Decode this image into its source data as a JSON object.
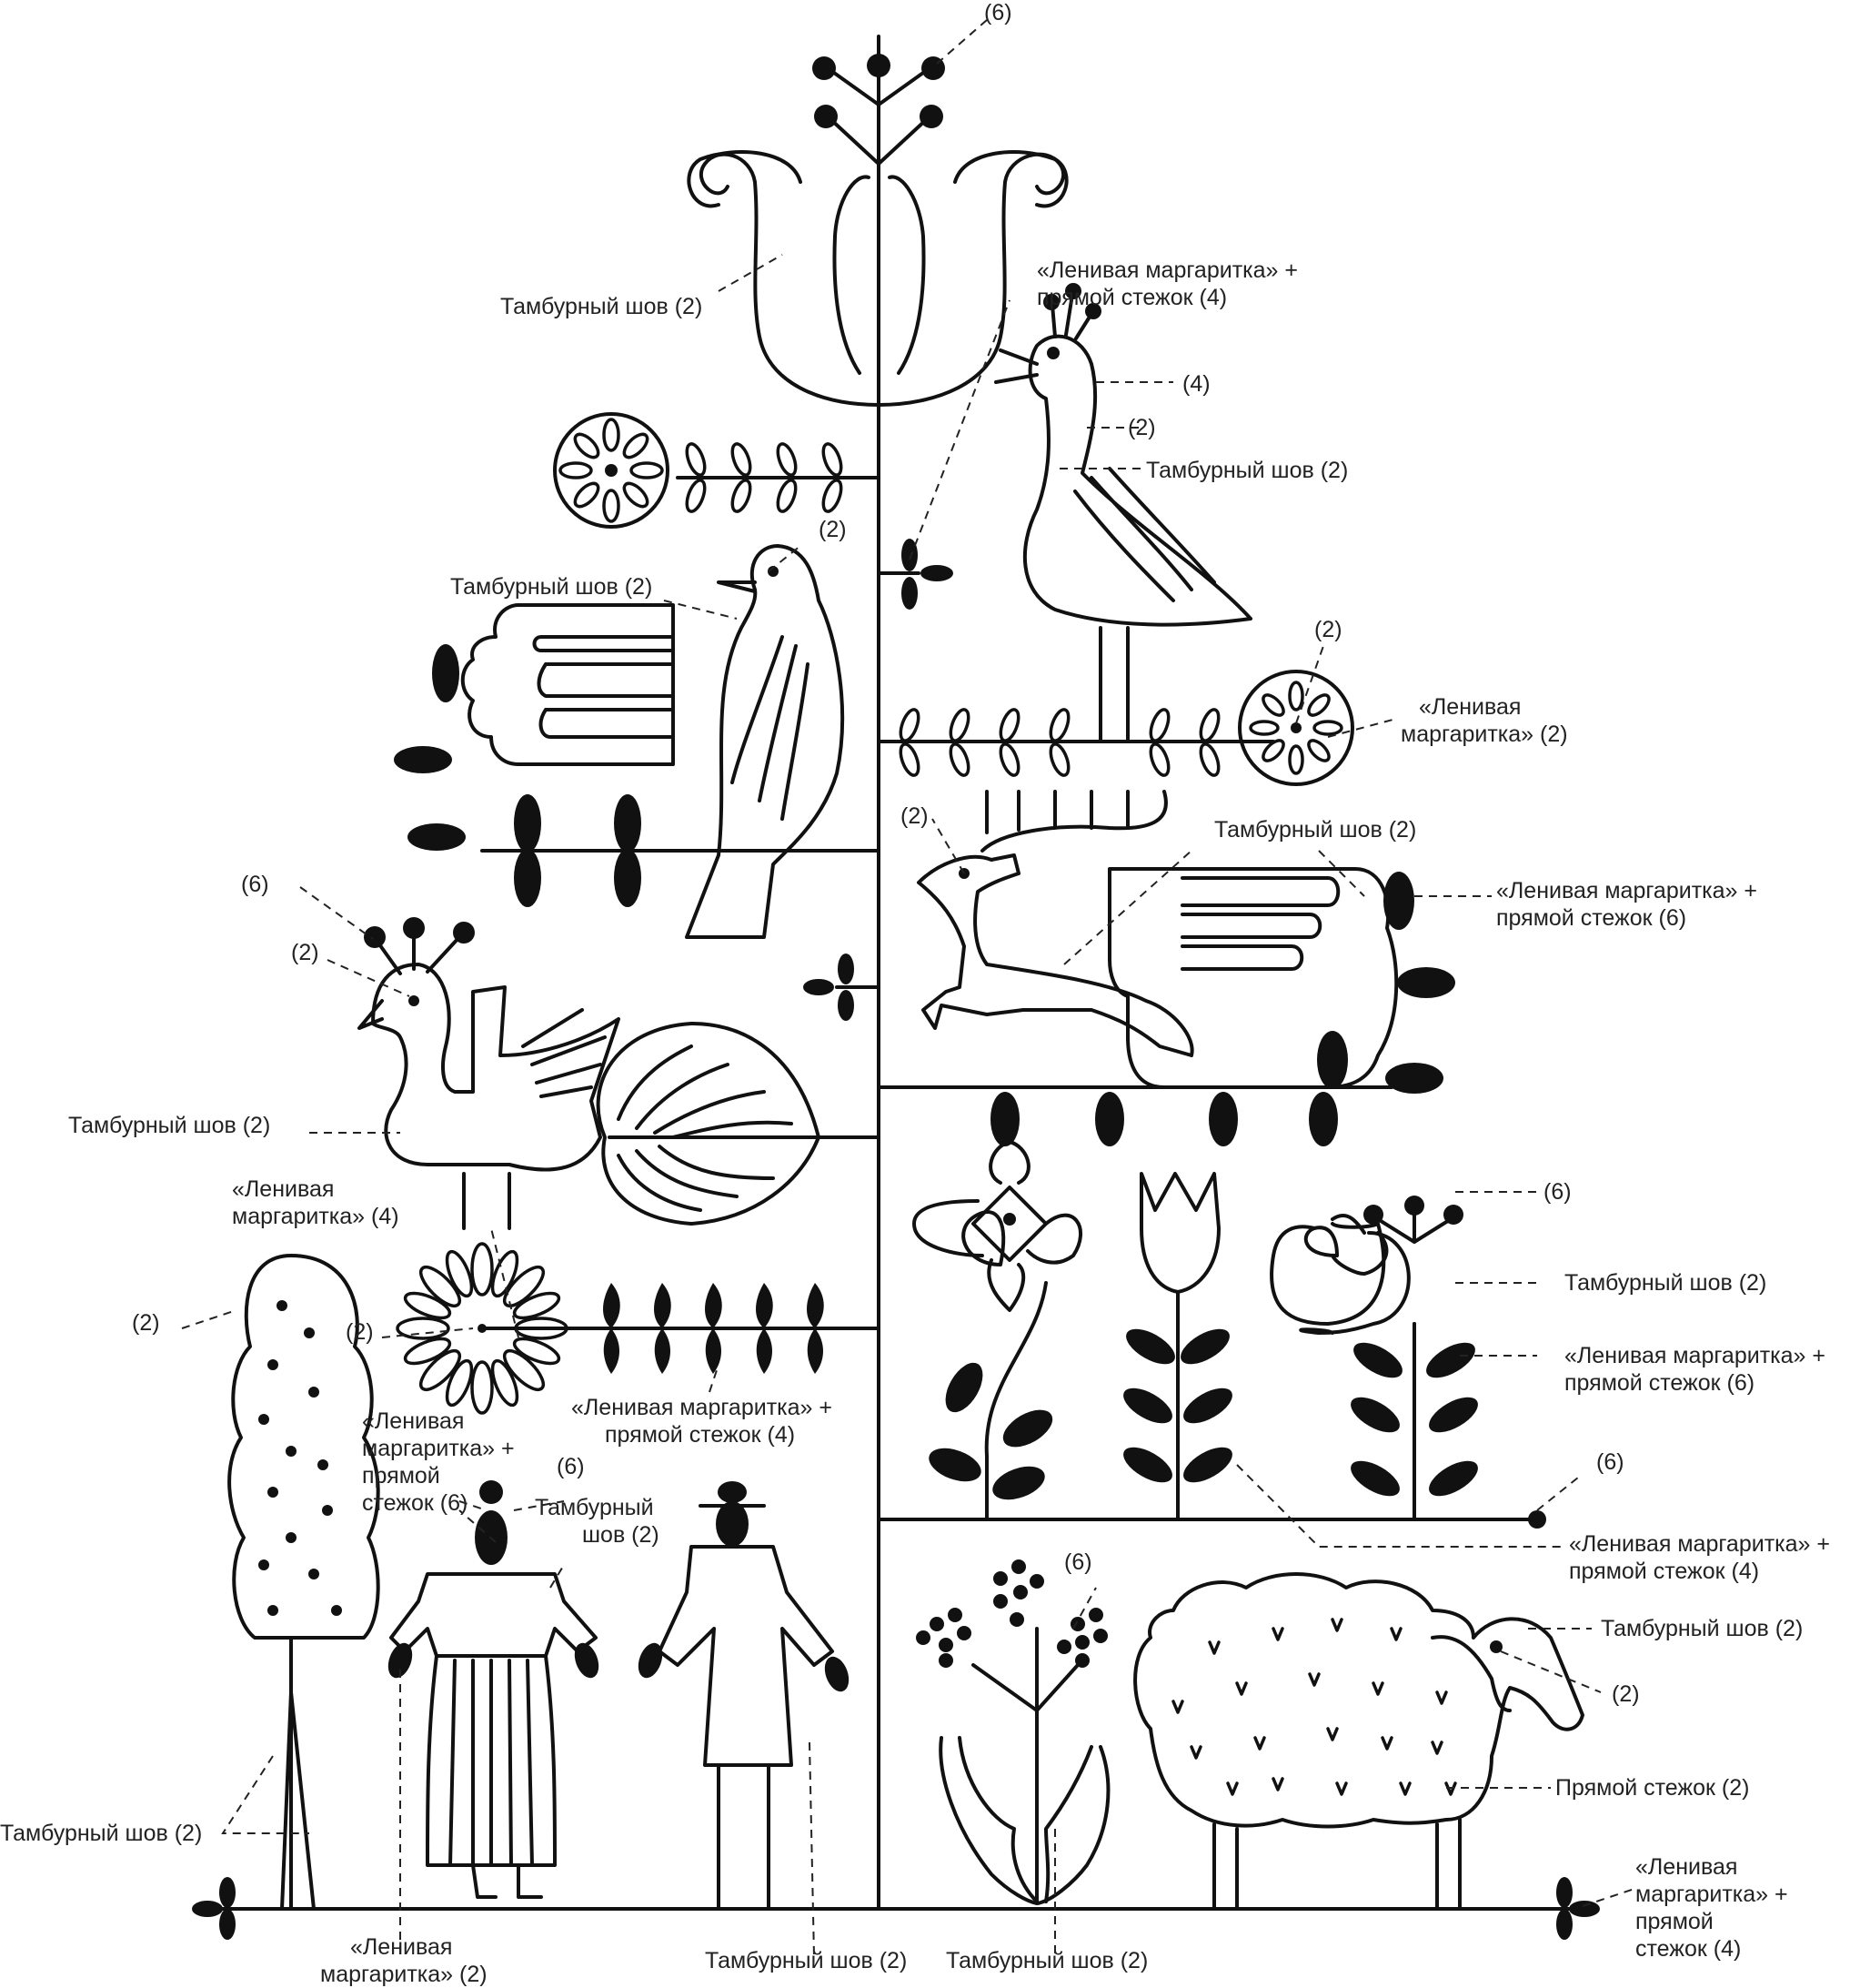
{
  "labels": {
    "l_top6": "(6)",
    "l_tulip_tambur": "Тамбурный шов (2)",
    "l_lazy_straight_4_a1": "«Ленивая маргаритка» +",
    "l_lazy_straight_4_a2": "прямой стежок (4)",
    "l_4": "(4)",
    "l_eye_2a": "(2)",
    "l_bird_tambur_r": "Тамбурный шов (2)",
    "l_eye_2b": "(2)",
    "l_bird_tambur_l": "Тамбурный шов (2)",
    "l_center_2": "(2)",
    "l_lazy_2_a1": "«Ленивая",
    "l_lazy_2_a2": "маргаритка» (2)",
    "l_deer_2": "(2)",
    "l_deer_tambur": "Тамбурный шов (2)",
    "l_lazy_straight_6_a1": "«Ленивая маргаритка» +",
    "l_lazy_straight_6_a2": "прямой стежок (6)",
    "l_peacock_6": "(6)",
    "l_peacock_2": "(2)",
    "l_peacock_tambur": "Тамбурный шов (2)",
    "l_lazy_4_a1": "«Ленивая",
    "l_lazy_4_a2": "маргаритка» (4)",
    "l_tree_2": "(2)",
    "l_daisy_2": "(2)",
    "l_lazy_straight_4_b1": "«Ленивая маргаритка» +",
    "l_lazy_straight_4_b2": "прямой стежок (4)",
    "l_lazy_straight_6_b1": "«Ленивая",
    "l_lazy_straight_6_b2": "маргаритка» +",
    "l_lazy_straight_6_b3": "прямой",
    "l_lazy_straight_6_b4": "стежок (6)",
    "l_head_6": "(6)",
    "l_dress_tambur1": "Тамбурный",
    "l_dress_tambur2": "шов (2)",
    "l_flower_6": "(6)",
    "l_flower_tambur": "Тамбурный шов (2)",
    "l_lazy_straight_6_c1": "«Ленивая маргаритка» +",
    "l_lazy_straight_6_c2": "прямой стежок (6)",
    "l_end_6": "(6)",
    "l_lazy_straight_4_c1": "«Ленивая маргаритка» +",
    "l_lazy_straight_4_c2": "прямой стежок (4)",
    "l_berries_6": "(6)",
    "l_sheep_tambur": "Тамбурный шов (2)",
    "l_sheep_eye": "(2)",
    "l_straight_2": "Прямой стежок (2)",
    "l_trunk_tambur": "Тамбурный шов (2)",
    "l_lazy_straight_4_d1": "«Ленивая",
    "l_lazy_straight_4_d2": "маргаритка» +",
    "l_lazy_straight_4_d3": "прямой",
    "l_lazy_straight_4_d4": "стежок (4)",
    "l_lazy_2_b1": "«Ленивая",
    "l_lazy_2_b2": "маргаритка» (2)",
    "l_man_tambur": "Тамбурный шов (2)",
    "l_tulip2_tambur": "Тамбурный шов (2)"
  }
}
